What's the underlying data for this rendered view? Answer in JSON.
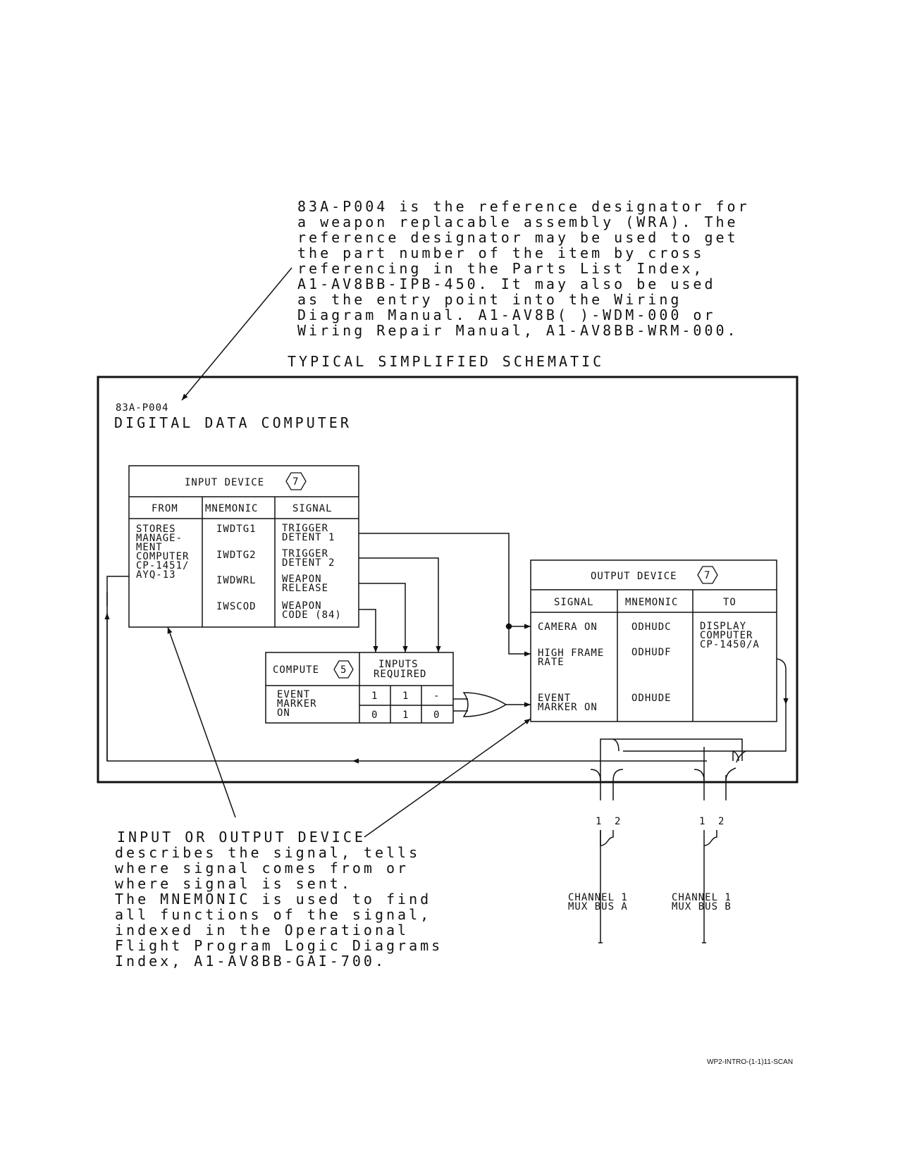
{
  "callout_top": {
    "lines": [
      "83A-P004 is the reference designator for",
      "a weapon replacable assembly (WRA). The",
      "reference designator may be used to get",
      "the part number of the item by cross",
      "referencing in the Parts List Index,",
      "A1-AV8BB-IPB-450. It may also be used",
      "as the entry point into the Wiring",
      "Diagram Manual. A1-AV8B( )-WDM-000 or",
      "Wiring Repair Manual, A1-AV8BB-WRM-000."
    ]
  },
  "schematic": {
    "title": "TYPICAL SIMPLIFIED SCHEMATIC",
    "designator": "83A-P004",
    "unit_name": "DIGITAL DATA COMPUTER"
  },
  "input_device": {
    "title": "INPUT DEVICE",
    "note_number": "7",
    "headers": [
      "FROM",
      "MNEMONIC",
      "SIGNAL"
    ],
    "from_lines": [
      "STORES",
      "MANAGE-",
      "MENT",
      "COMPUTER",
      "CP-1451/",
      "AYQ-13"
    ],
    "rows": [
      {
        "mnemonic": "IWDTG1",
        "signal": [
          "TRIGGER",
          "DETENT 1"
        ]
      },
      {
        "mnemonic": "IWDTG2",
        "signal": [
          "TRIGGER",
          "DETENT 2"
        ]
      },
      {
        "mnemonic": "IWDWRL",
        "signal": [
          "WEAPON",
          "RELEASE"
        ]
      },
      {
        "mnemonic": "IWSCOD",
        "signal": [
          "WEAPON",
          "CODE (84)"
        ]
      }
    ]
  },
  "compute": {
    "label": "COMPUTE",
    "note_number": "5",
    "inputs_header": [
      "INPUTS",
      "REQUIRED"
    ],
    "event_lines": [
      "EVENT",
      "MARKER",
      "ON"
    ],
    "row1": [
      "1",
      "1",
      "-"
    ],
    "row2": [
      "0",
      "1",
      "0"
    ]
  },
  "output_device": {
    "title": "OUTPUT DEVICE",
    "note_number": "7",
    "headers": [
      "SIGNAL",
      "MNEMONIC",
      "TO"
    ],
    "rows": [
      {
        "signal": [
          "CAMERA ON"
        ],
        "mnemonic": "ODHUDC"
      },
      {
        "signal": [
          "HIGH FRAME",
          "RATE"
        ],
        "mnemonic": "ODHUDF"
      },
      {
        "signal": [
          "EVENT",
          "MARKER ON"
        ],
        "mnemonic": "ODHUDE"
      }
    ],
    "to_lines": [
      "DISPLAY",
      "COMPUTER",
      "CP-1450/A"
    ]
  },
  "bus": {
    "wire_labels": [
      "1",
      "2",
      "1",
      "2"
    ],
    "channel_a": [
      "CHANNEL 1",
      "MUX BUS A"
    ],
    "channel_b": [
      "CHANNEL 1",
      "MUX BUS B"
    ]
  },
  "callout_bottom": {
    "lines": [
      "INPUT OR OUTPUT DEVICE",
      "describes the signal, tells",
      "where signal comes from or",
      "where signal is sent.",
      "The MNEMONIC is used to find",
      "all functions of the signal,",
      "indexed in the Operational",
      "Flight Program Logic Diagrams",
      "Index, A1-AV8BB-GAI-700."
    ]
  },
  "figure_id": "WP2-INTRO-(1-1)11-SCAN"
}
